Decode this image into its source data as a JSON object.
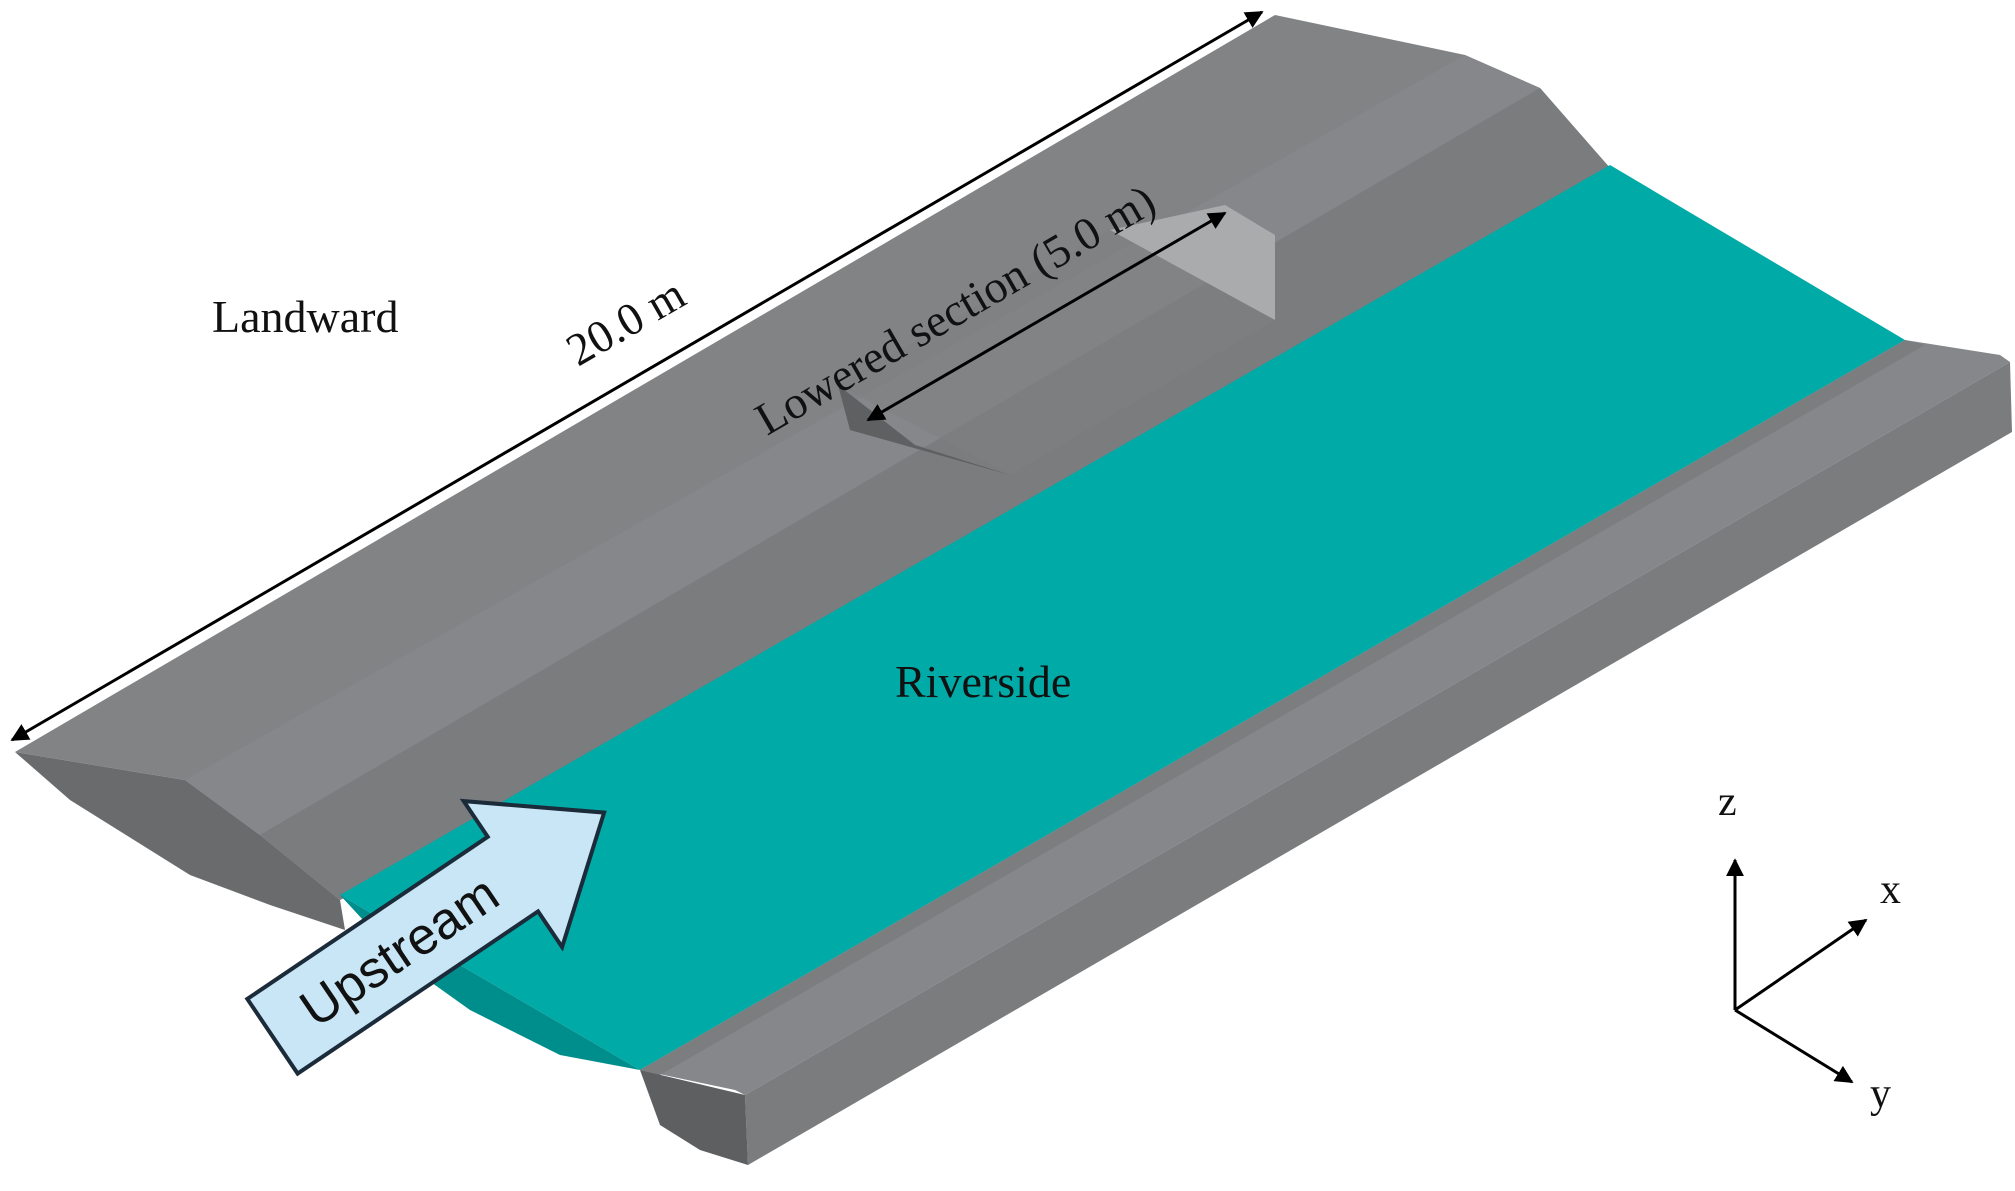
{
  "labels": {
    "landward": "Landward",
    "riverside": "Riverside",
    "length": "20.0 m",
    "lowered_section": "Lowered section (5.0 m)",
    "flow_direction": "Upstream"
  },
  "axes": {
    "z": "z",
    "x": "x",
    "y": "y"
  },
  "colors": {
    "background": "#ffffff",
    "embankment_top": "#7f8183",
    "embankment_dark": "#6b6c6e",
    "embankment_side": "#5d5e60",
    "water": "#00a9a6",
    "water_dark": "#008d8c",
    "lowered_face": "#a9abad",
    "arrow_fill": "#c8e6f5",
    "arrow_stroke": "#1b2b3a",
    "line": "#000000"
  },
  "icons": {
    "flow_arrow": "block-arrow-icon",
    "dimension_arrow": "double-headed-arrow-icon"
  }
}
